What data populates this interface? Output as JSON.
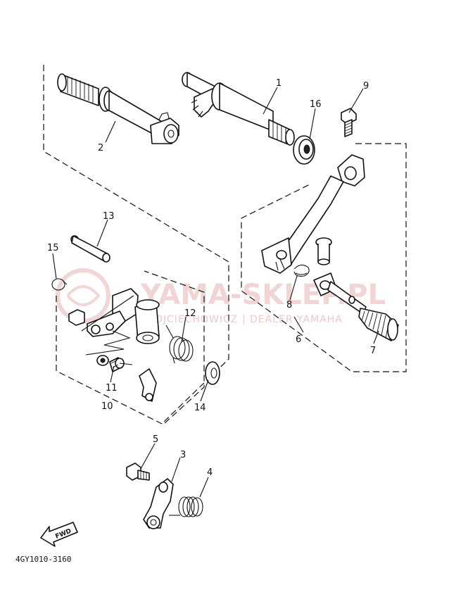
{
  "diagram": {
    "code": "4GY1010-3160",
    "fwd_label": "FWD",
    "watermark": {
      "title": "YAMA-SKLEP.PL",
      "subtitle": "WOJCIECHOWICZ | DEALER YAMAHA"
    },
    "callouts": [
      "1",
      "2",
      "3",
      "4",
      "5",
      "6",
      "7",
      "8",
      "9",
      "10",
      "11",
      "12",
      "13",
      "14",
      "15",
      "16"
    ],
    "colors": {
      "ink": "#111111",
      "watermark": "#e7b3b3"
    }
  }
}
